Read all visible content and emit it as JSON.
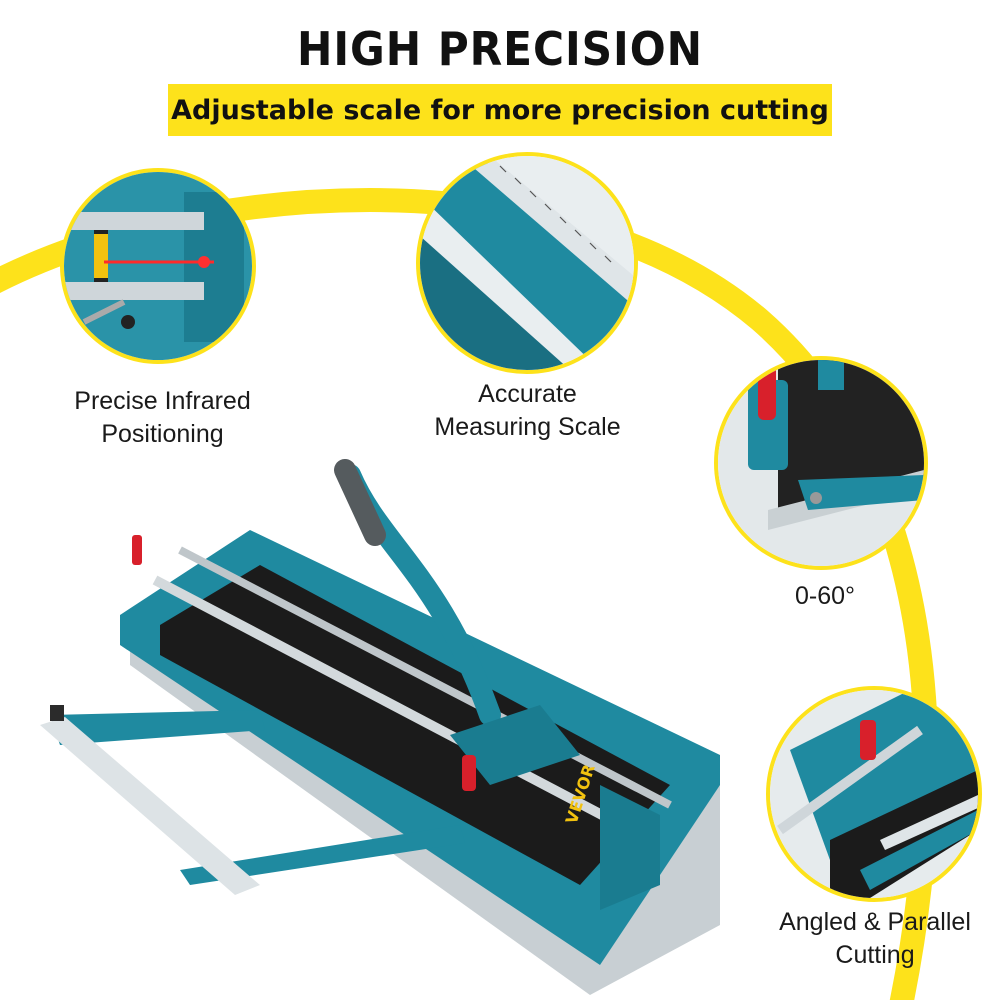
{
  "header": {
    "title": "HIGH PRECISION",
    "subtitle": "Adjustable scale for more precision cutting"
  },
  "features": [
    {
      "line1": "Precise Infrared",
      "line2": "Positioning",
      "icon": "infrared-laser-icon"
    },
    {
      "line1": "Accurate",
      "line2": "Measuring Scale",
      "icon": "ruler-scale-icon"
    },
    {
      "line1": "0-60°",
      "line2": "",
      "icon": "angle-guide-icon"
    },
    {
      "line1": "Angled & Parallel",
      "line2": "Cutting",
      "icon": "parallel-guide-icon"
    }
  ],
  "brand": {
    "logo_text": "VEVOR"
  },
  "colors": {
    "accent_yellow": "#fde21b",
    "tool_teal": "#1f8aa0",
    "handle_red": "#d8202b",
    "bed_black": "#1b1b1b"
  }
}
